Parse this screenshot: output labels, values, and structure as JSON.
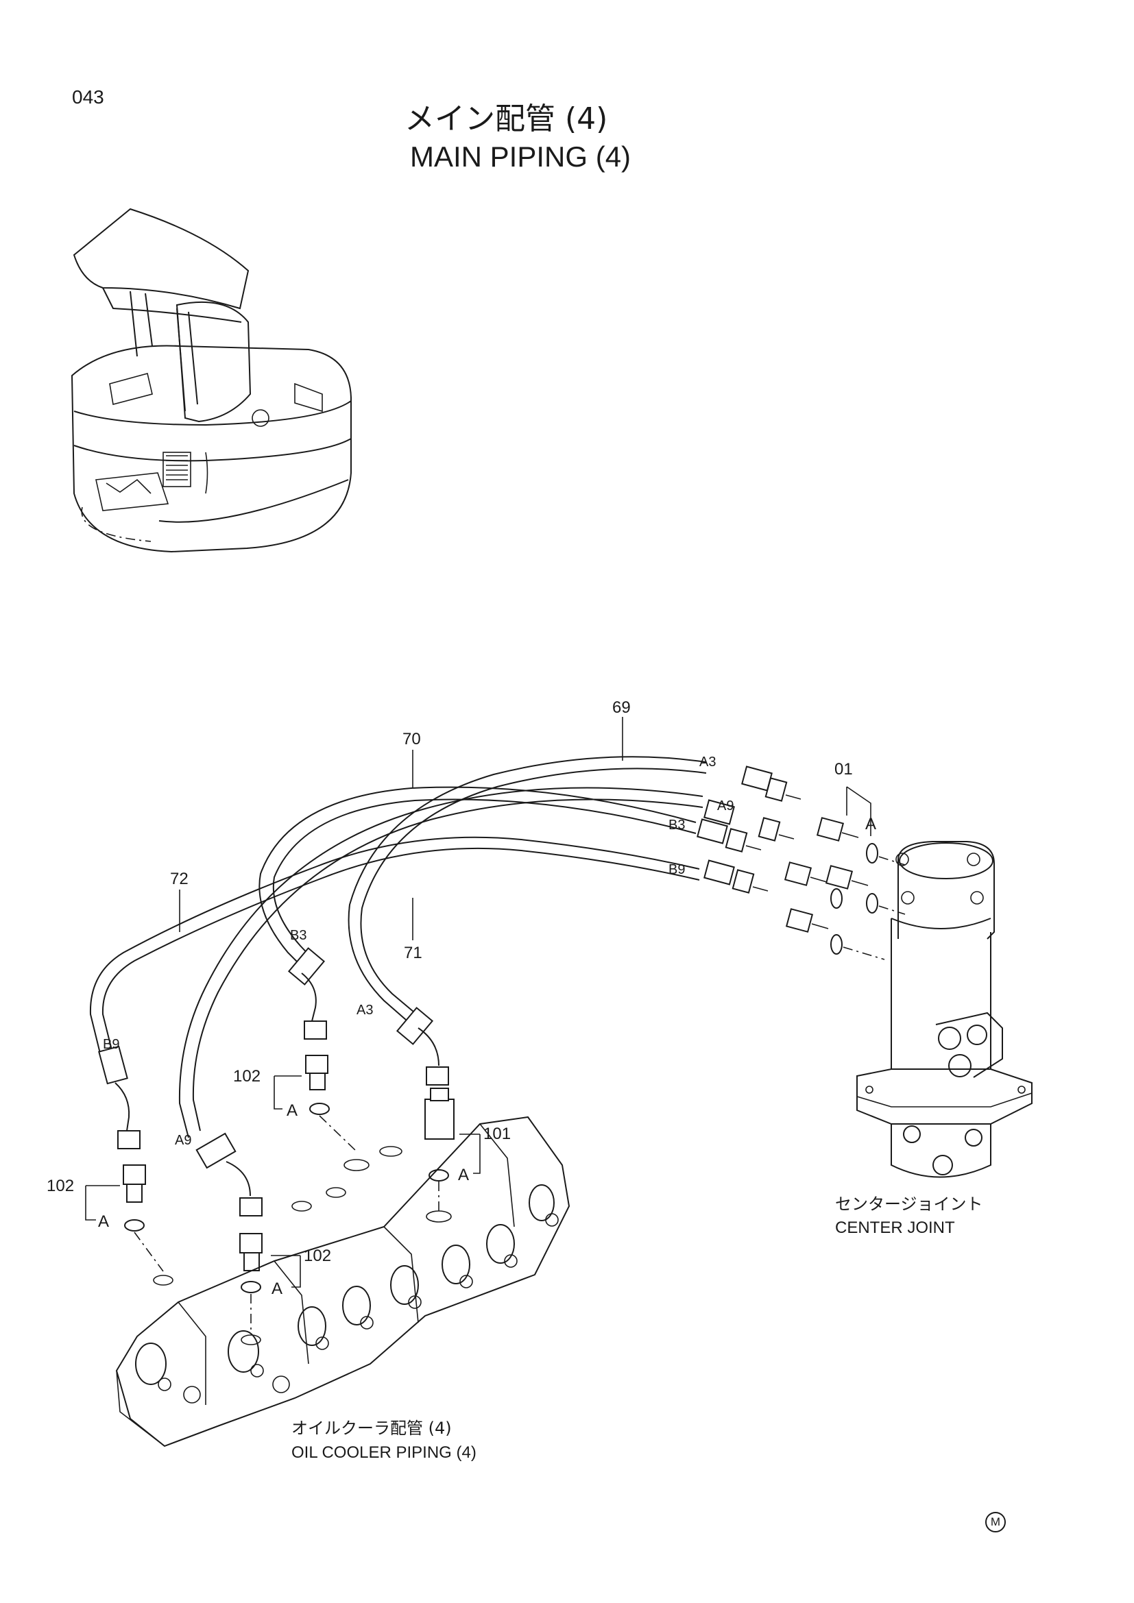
{
  "page_number": "043",
  "title_jp": "メイン配管 (4)",
  "title_en": "MAIN PIPING (4)",
  "hoses": [
    {
      "ref": "69"
    },
    {
      "ref": "70"
    },
    {
      "ref": "71"
    },
    {
      "ref": "72"
    }
  ],
  "port_labels": {
    "a3_top": "A3",
    "a9_top": "A9",
    "b3_top": "B3",
    "b9_top": "B9",
    "b3_bottom": "B3",
    "a3_bottom": "A3",
    "b9_bottom": "B9",
    "a9_bottom": "A9"
  },
  "callouts": {
    "fitting_01": "01",
    "fitting_101": "101",
    "fitting_102_a": "102",
    "fitting_102_b": "102",
    "fitting_102_c": "102",
    "detail_a": [
      "A",
      "A",
      "A",
      "A",
      "A"
    ]
  },
  "components": {
    "center_joint_jp": "センタージョイント",
    "center_joint_en": "CENTER JOINT",
    "oil_cooler_jp": "オイルクーラ配管 (4)",
    "oil_cooler_en": "OIL COOLER PIPING (4)"
  },
  "maker_mark": "M"
}
